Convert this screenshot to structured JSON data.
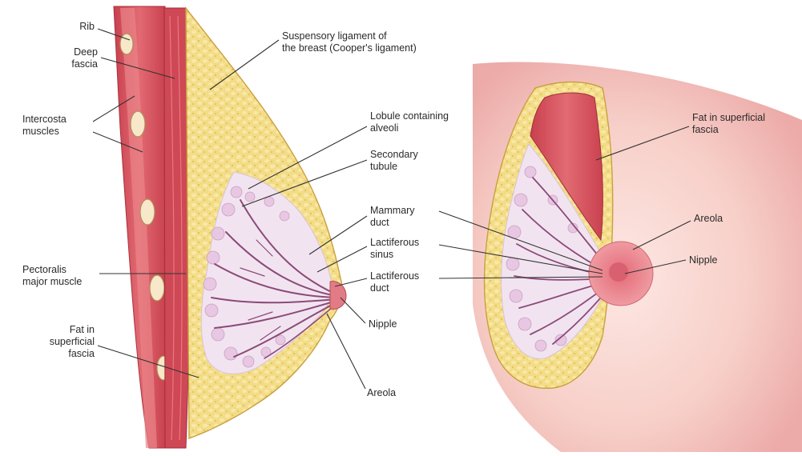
{
  "left_view": {
    "labels": {
      "rib": "Rib",
      "deep_fascia": "Deep\nfascia",
      "intercostal_muscles": "Intercosta\nmuscles",
      "pectoralis_major": "Pectoralis\nmajor muscle",
      "fat_superficial_fascia": "Fat in\nsuperficial\nfascia",
      "suspensory_ligament": "Suspensory ligament of\nthe breast (Cooper's ligament)",
      "lobule": "Lobule containing\nalveoli",
      "secondary_tubule": "Secondary\ntubule",
      "mammary_duct": "Mammary\nduct",
      "lactiferous_sinus": "Lactiferous\nsinus",
      "lactiferous_duct": "Lactiferous\nduct",
      "nipple": "Nipple",
      "areola": "Areola"
    }
  },
  "right_view": {
    "labels": {
      "fat_superficial_fascia": "Fat in superficial\nfascia",
      "areola": "Areola",
      "nipple": "Nipple"
    }
  },
  "colors": {
    "fat": "#f3dc86",
    "fat_dots": "#e9c65a",
    "muscle": "#d9505c",
    "skin": "#f2b8b8",
    "tissue": "#f1e4f0",
    "ducts": "#8c4a78",
    "areola": "#e27b86",
    "leader": "#333333"
  }
}
